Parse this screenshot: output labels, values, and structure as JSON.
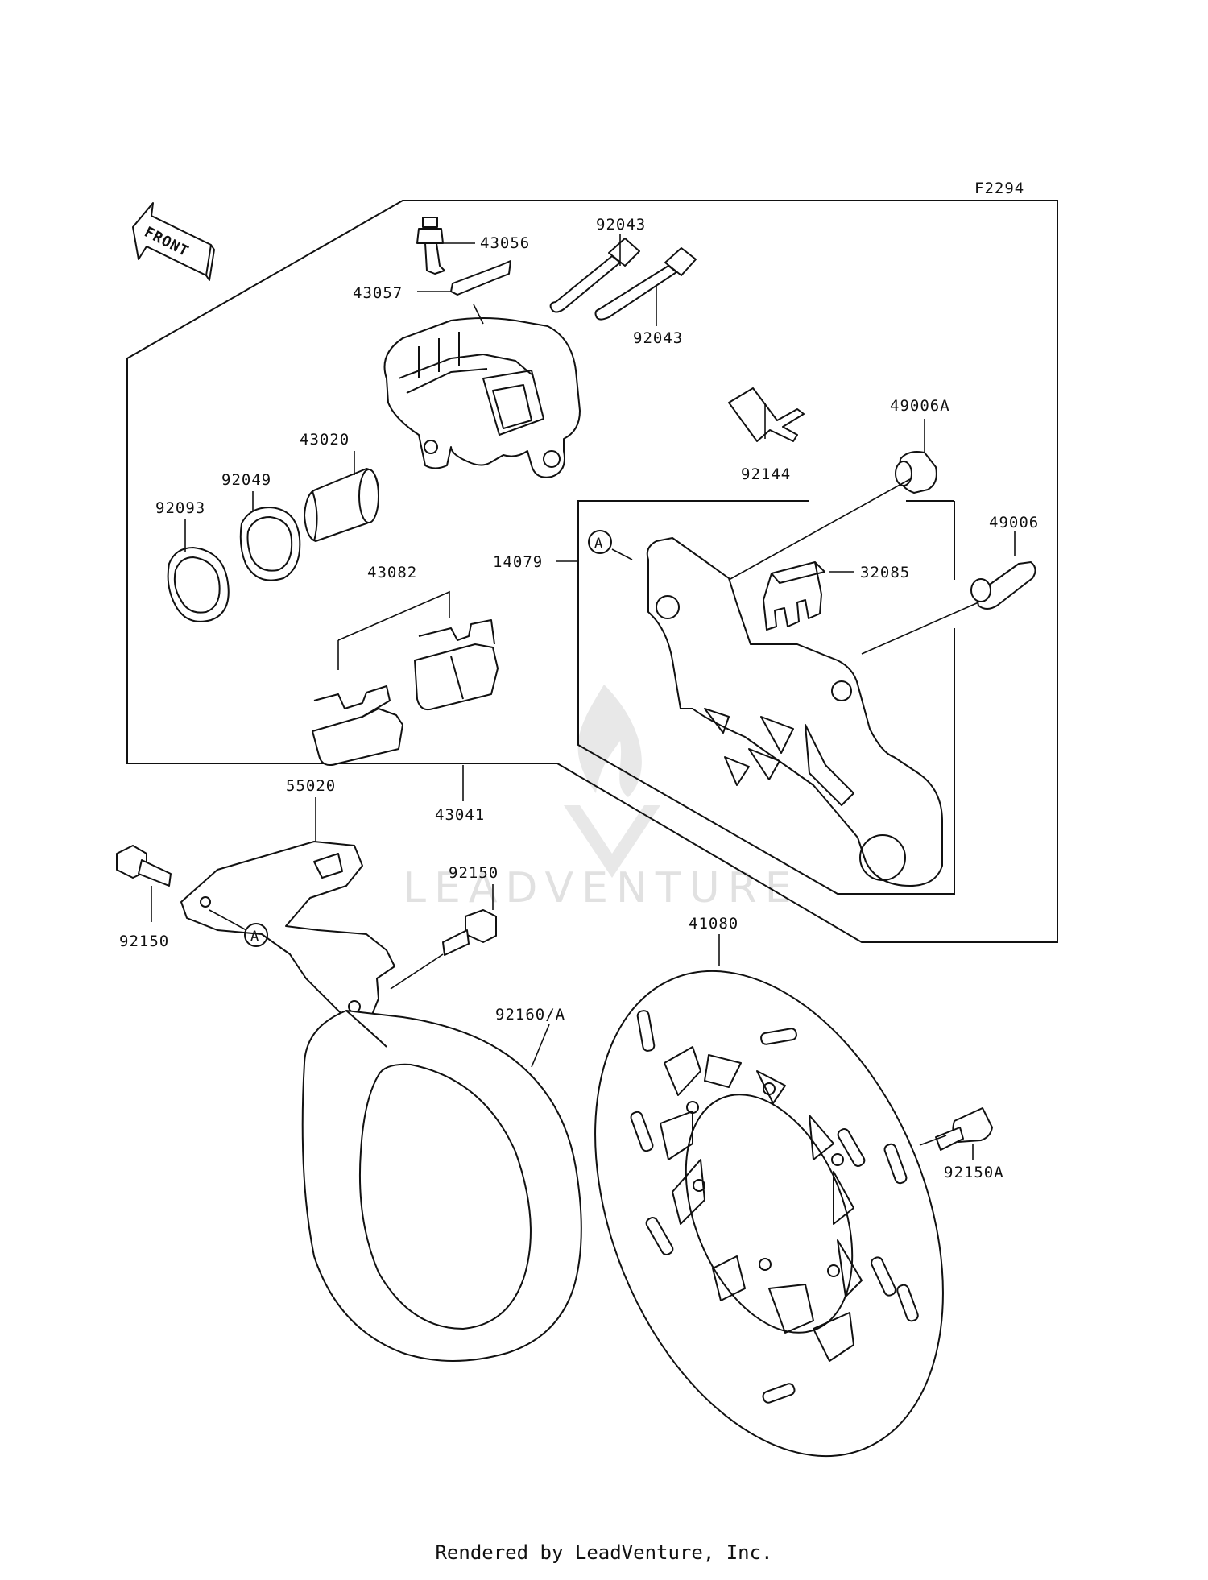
{
  "figure_code": "F2294",
  "front_label": "FRONT",
  "watermark": "LEADVENTURE",
  "footer": "Rendered by LeadVenture, Inc.",
  "ref_marks": [
    "A",
    "A"
  ],
  "parts": [
    {
      "id": "p43056",
      "label": "43056"
    },
    {
      "id": "p43057",
      "label": "43057"
    },
    {
      "id": "p92043a",
      "label": "92043"
    },
    {
      "id": "p92043b",
      "label": "92043"
    },
    {
      "id": "p49006A",
      "label": "49006A"
    },
    {
      "id": "p43020",
      "label": "43020"
    },
    {
      "id": "p92049",
      "label": "92049"
    },
    {
      "id": "p92144",
      "label": "92144"
    },
    {
      "id": "p92093",
      "label": "92093"
    },
    {
      "id": "p49006",
      "label": "49006"
    },
    {
      "id": "p14079",
      "label": "14079"
    },
    {
      "id": "p32085",
      "label": "32085"
    },
    {
      "id": "p43082",
      "label": "43082"
    },
    {
      "id": "p55020",
      "label": "55020"
    },
    {
      "id": "p43041",
      "label": "43041"
    },
    {
      "id": "p92150a",
      "label": "92150"
    },
    {
      "id": "p92150b",
      "label": "92150"
    },
    {
      "id": "p41080",
      "label": "41080"
    },
    {
      "id": "p92160A",
      "label": "92160/A"
    },
    {
      "id": "p92150A",
      "label": "92150A"
    }
  ]
}
